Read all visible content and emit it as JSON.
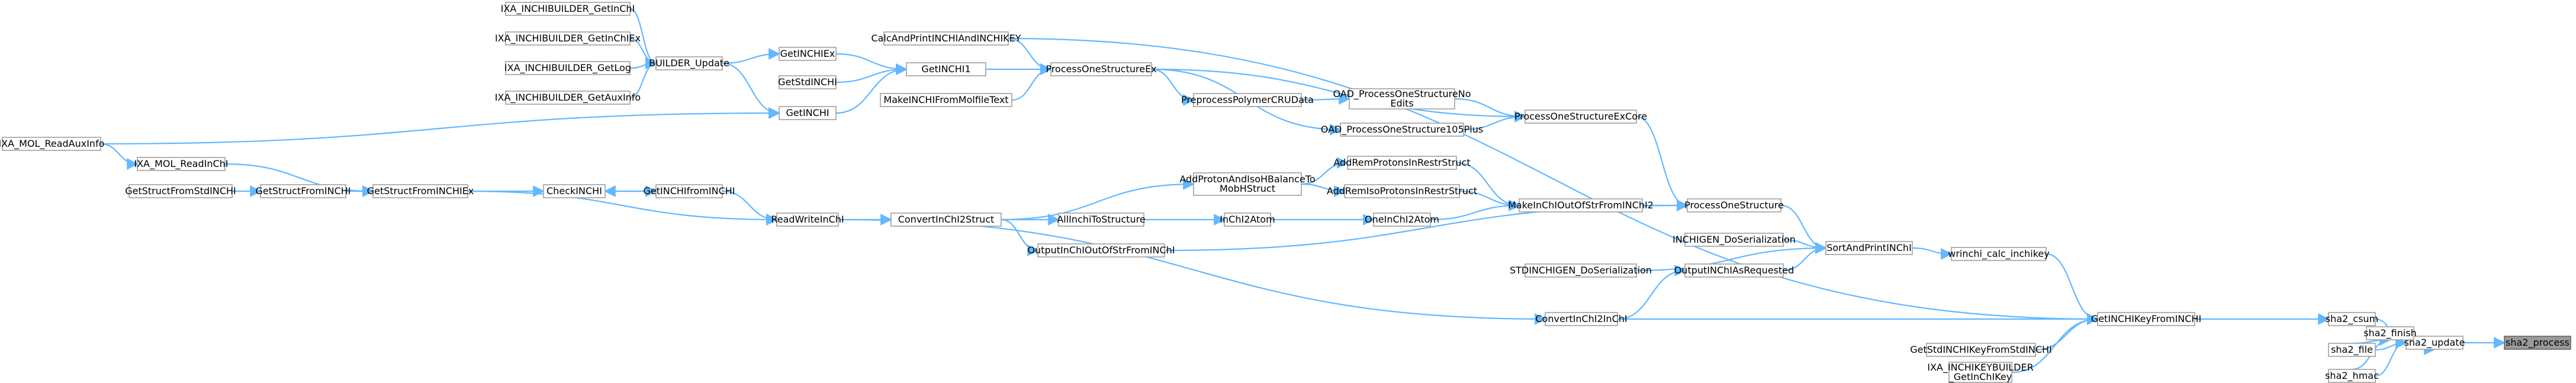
{
  "graph": {
    "title": "",
    "colors": {
      "edge": "#63b8ff",
      "node_border": "#a0a0a0",
      "node_fill": "#ffffff",
      "focus_fill": "#999999",
      "text": "#000000"
    },
    "nodes": [
      {
        "id": "sha2_process",
        "lines": [
          "sha2_process"
        ],
        "focus": true
      },
      {
        "id": "sha2_update",
        "lines": [
          "sha2_update"
        ]
      },
      {
        "id": "sha2_csum",
        "lines": [
          "sha2_csum"
        ]
      },
      {
        "id": "sha2_finish",
        "lines": [
          "sha2_finish"
        ]
      },
      {
        "id": "sha2_file",
        "lines": [
          "sha2_file"
        ]
      },
      {
        "id": "sha2_hmac",
        "lines": [
          "sha2_hmac"
        ]
      },
      {
        "id": "GetINCHIKeyFromINCHI",
        "lines": [
          "GetINCHIKeyFromINCHI"
        ]
      },
      {
        "id": "GetStdINCHIKeyFromStdINCHI",
        "lines": [
          "GetStdINCHIKeyFromStdINCHI"
        ]
      },
      {
        "id": "IXA_INCHIKEYBUILDER_GetInChIKey",
        "lines": [
          "IXA_INCHIKEYBUILDER",
          "_GetInChIKey"
        ]
      },
      {
        "id": "wrinchi_calc_inchikey",
        "lines": [
          "wrinchi_calc_inchikey"
        ]
      },
      {
        "id": "SortAndPrintINChI",
        "lines": [
          "SortAndPrintINChI"
        ]
      },
      {
        "id": "ProcessOneStructure",
        "lines": [
          "ProcessOneStructure"
        ]
      },
      {
        "id": "INCHIGEN_DoSerialization",
        "lines": [
          "INCHIGEN_DoSerialization"
        ]
      },
      {
        "id": "OutputINChIAsRequested",
        "lines": [
          "OutputINChIAsRequested"
        ]
      },
      {
        "id": "STDINCHIGEN_DoSerialization",
        "lines": [
          "STDINCHIGEN_DoSerialization"
        ]
      },
      {
        "id": "ConvertInChI2InChI",
        "lines": [
          "ConvertInChI2InChI"
        ]
      },
      {
        "id": "CalcAndPrintINCHIAndINCHIKEY",
        "lines": [
          "CalcAndPrintINCHIAndINCHIKEY"
        ]
      },
      {
        "id": "ProcessOneStructureExCore",
        "lines": [
          "ProcessOneStructureExCore"
        ]
      },
      {
        "id": "MakeInChIOutOfStrFromINChI2",
        "lines": [
          "MakeInChIOutOfStrFromINChI2"
        ]
      },
      {
        "id": "ProcessOneStructureEx",
        "lines": [
          "ProcessOneStructureEx"
        ]
      },
      {
        "id": "OAD_ProcessOneStructureNoEdits",
        "lines": [
          "OAD_ProcessOneStructureNo",
          "Edits"
        ]
      },
      {
        "id": "OAD_ProcessOneStructure105Plus",
        "lines": [
          "OAD_ProcessOneStructure105Plus"
        ]
      },
      {
        "id": "AddRemProtonsInRestrStruct",
        "lines": [
          "AddRemProtonsInRestrStruct"
        ]
      },
      {
        "id": "AddRemIsoProtonsInRestrStruct",
        "lines": [
          "AddRemIsoProtonsInRestrStruct"
        ]
      },
      {
        "id": "OneInChI2Atom",
        "lines": [
          "OneInChI2Atom"
        ]
      },
      {
        "id": "OutputInChIOutOfStrFromINChI",
        "lines": [
          "OutputInChIOutOfStrFromINChI"
        ]
      },
      {
        "id": "GetINCHI1",
        "lines": [
          "GetINCHI1"
        ]
      },
      {
        "id": "MakeINCHIFromMolfileText",
        "lines": [
          "MakeINCHIFromMolfileText"
        ]
      },
      {
        "id": "PreprocessPolymerCRUData",
        "lines": [
          "PreprocessPolymerCRUData"
        ]
      },
      {
        "id": "AddProtonAndIsoHBalanceToMobHStruct",
        "lines": [
          "AddProtonAndIsoHBalanceTo",
          "MobHStruct"
        ]
      },
      {
        "id": "InChI2Atom",
        "lines": [
          "InChI2Atom"
        ]
      },
      {
        "id": "AllInchiToStructure",
        "lines": [
          "AllInchiToStructure"
        ]
      },
      {
        "id": "GetINCHIEx",
        "lines": [
          "GetINCHIEx"
        ]
      },
      {
        "id": "GetStdINCHI",
        "lines": [
          "GetStdINCHI"
        ]
      },
      {
        "id": "GetINCHI",
        "lines": [
          "GetINCHI"
        ]
      },
      {
        "id": "ConvertInChI2Struct",
        "lines": [
          "ConvertInChI2Struct"
        ]
      },
      {
        "id": "BUILDER_Update",
        "lines": [
          "BUILDER_Update"
        ]
      },
      {
        "id": "ReadWriteInChI",
        "lines": [
          "ReadWriteInChI"
        ]
      },
      {
        "id": "GetINCHIfromINCHI",
        "lines": [
          "GetINCHIfromINCHI"
        ]
      },
      {
        "id": "CheckINCHI",
        "lines": [
          "CheckINCHI"
        ]
      },
      {
        "id": "IXA_INCHIBUILDER_GetInChI",
        "lines": [
          "IXA_INCHIBUILDER_GetInChI"
        ]
      },
      {
        "id": "IXA_INCHIBUILDER_GetInChIEx",
        "lines": [
          "IXA_INCHIBUILDER_GetInChIEx"
        ]
      },
      {
        "id": "IXA_INCHIBUILDER_GetLog",
        "lines": [
          "IXA_INCHIBUILDER_GetLog"
        ]
      },
      {
        "id": "IXA_INCHIBUILDER_GetAuxInfo",
        "lines": [
          "IXA_INCHIBUILDER_GetAuxInfo"
        ]
      },
      {
        "id": "GetStructFromINCHIEx",
        "lines": [
          "GetStructFromINCHIEx"
        ]
      },
      {
        "id": "GetStructFromINCHI",
        "lines": [
          "GetStructFromINCHI"
        ]
      },
      {
        "id": "GetStructFromStdINCHI",
        "lines": [
          "GetStructFromStdINCHI"
        ]
      },
      {
        "id": "IXA_MOL_ReadInChI",
        "lines": [
          "IXA_MOL_ReadInChI"
        ]
      },
      {
        "id": "IXA_MOL_ReadAuxInfo",
        "lines": [
          "IXA_MOL_ReadAuxInfo"
        ]
      }
    ],
    "edges": [
      [
        "sha2_update",
        "sha2_process"
      ],
      [
        "sha2_csum",
        "sha2_update"
      ],
      [
        "sha2_finish",
        "sha2_update"
      ],
      [
        "sha2_file",
        "sha2_update"
      ],
      [
        "sha2_hmac",
        "sha2_update"
      ],
      [
        "sha2_file",
        "sha2_finish"
      ],
      [
        "sha2_hmac",
        "sha2_finish"
      ],
      [
        "GetINCHIKeyFromINCHI",
        "sha2_csum"
      ],
      [
        "GetStdINCHIKeyFromStdINCHI",
        "GetINCHIKeyFromINCHI"
      ],
      [
        "IXA_INCHIKEYBUILDER_GetInChIKey",
        "GetINCHIKeyFromINCHI"
      ],
      [
        "wrinchi_calc_inchikey",
        "GetINCHIKeyFromINCHI"
      ],
      [
        "ConvertInChI2InChI",
        "GetINCHIKeyFromINCHI"
      ],
      [
        "CalcAndPrintINCHIAndINCHIKEY",
        "GetINCHIKeyFromINCHI"
      ],
      [
        "SortAndPrintINChI",
        "wrinchi_calc_inchikey"
      ],
      [
        "ProcessOneStructure",
        "SortAndPrintINChI"
      ],
      [
        "INCHIGEN_DoSerialization",
        "SortAndPrintINChI"
      ],
      [
        "OutputINChIAsRequested",
        "SortAndPrintINChI"
      ],
      [
        "STDINCHIGEN_DoSerialization",
        "SortAndPrintINChI"
      ],
      [
        "ConvertInChI2InChI",
        "OutputINChIAsRequested"
      ],
      [
        "ProcessOneStructureExCore",
        "ProcessOneStructure"
      ],
      [
        "MakeInChIOutOfStrFromINChI2",
        "ProcessOneStructure"
      ],
      [
        "OutputInChIOutOfStrFromINChI",
        "ProcessOneStructure"
      ],
      [
        "ProcessOneStructureEx",
        "ProcessOneStructureExCore"
      ],
      [
        "OAD_ProcessOneStructureNoEdits",
        "ProcessOneStructureExCore"
      ],
      [
        "OAD_ProcessOneStructure105Plus",
        "ProcessOneStructureExCore"
      ],
      [
        "PreprocessPolymerCRUData",
        "OAD_ProcessOneStructureNoEdits"
      ],
      [
        "AddRemProtonsInRestrStruct",
        "MakeInChIOutOfStrFromINChI2"
      ],
      [
        "AddRemIsoProtonsInRestrStruct",
        "MakeInChIOutOfStrFromINChI2"
      ],
      [
        "OneInChI2Atom",
        "MakeInChIOutOfStrFromINChI2"
      ],
      [
        "AddProtonAndIsoHBalanceToMobHStruct",
        "AddRemProtonsInRestrStruct"
      ],
      [
        "AddProtonAndIsoHBalanceToMobHStruct",
        "AddRemIsoProtonsInRestrStruct"
      ],
      [
        "InChI2Atom",
        "OneInChI2Atom"
      ],
      [
        "AllInchiToStructure",
        "InChI2Atom"
      ],
      [
        "ConvertInChI2Struct",
        "AllInchiToStructure"
      ],
      [
        "ConvertInChI2Struct",
        "AddProtonAndIsoHBalanceToMobHStruct"
      ],
      [
        "ConvertInChI2Struct",
        "OutputInChIOutOfStrFromINChI"
      ],
      [
        "ProcessOneStructureEx",
        "PreprocessPolymerCRUData"
      ],
      [
        "ProcessOneStructureEx",
        "OAD_ProcessOneStructure105Plus"
      ],
      [
        "GetINCHI1",
        "ProcessOneStructureEx"
      ],
      [
        "MakeINCHIFromMolfileText",
        "ProcessOneStructureEx"
      ],
      [
        "CalcAndPrintINCHIAndINCHIKEY",
        "ProcessOneStructureEx"
      ],
      [
        "GetINCHIEx",
        "GetINCHI1"
      ],
      [
        "GetStdINCHI",
        "GetINCHI1"
      ],
      [
        "GetINCHI",
        "GetINCHI1"
      ],
      [
        "BUILDER_Update",
        "GetINCHIEx"
      ],
      [
        "BUILDER_Update",
        "GetINCHI"
      ],
      [
        "IXA_INCHIBUILDER_GetInChI",
        "BUILDER_Update"
      ],
      [
        "IXA_INCHIBUILDER_GetInChIEx",
        "BUILDER_Update"
      ],
      [
        "IXA_INCHIBUILDER_GetLog",
        "BUILDER_Update"
      ],
      [
        "IXA_INCHIBUILDER_GetAuxInfo",
        "BUILDER_Update"
      ],
      [
        "IXA_MOL_ReadAuxInfo",
        "GetINCHI"
      ],
      [
        "ReadWriteInChI",
        "ConvertInChI2Struct"
      ],
      [
        "ReadWriteInChI",
        "ConvertInChI2InChI"
      ],
      [
        "GetINCHIfromINCHI",
        "ReadWriteInChI"
      ],
      [
        "GetStructFromINCHIEx",
        "ReadWriteInChI"
      ],
      [
        "CheckINCHI",
        "GetINCHIfromINCHI"
      ],
      [
        "GetINCHIfromINCHI",
        "CheckINCHI"
      ],
      [
        "GetStructFromINCHIEx",
        "CheckINCHI"
      ],
      [
        "GetStructFromINCHI",
        "GetStructFromINCHIEx"
      ],
      [
        "IXA_MOL_ReadInChI",
        "GetStructFromINCHIEx"
      ],
      [
        "GetStructFromStdINCHI",
        "GetStructFromINCHI"
      ],
      [
        "IXA_MOL_ReadAuxInfo",
        "IXA_MOL_ReadInChI"
      ]
    ]
  }
}
